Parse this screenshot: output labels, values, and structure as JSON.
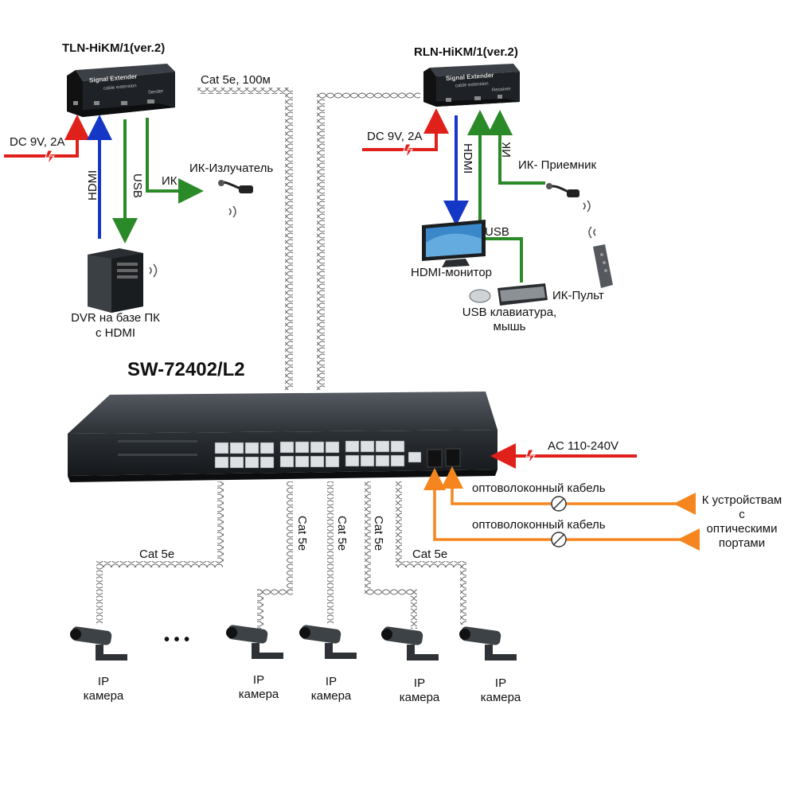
{
  "devices": {
    "transmitter": "TLN-HiKM/1(ver.2)",
    "receiver": "RLN-HiKM/1(ver.2)",
    "switch": "SW-72402/L2",
    "extender_label": "Signal Extender",
    "extender_sublabel": "cable extension",
    "sender_label": "Sender",
    "receiver_label": "Receiver"
  },
  "left": {
    "power": "DC 9V, 2A",
    "hdmi": "HDMI",
    "usb": "USB",
    "ir": "ИК",
    "ir_emitter": "ИК-Излучатель",
    "dvr_line1": "DVR на базе ПК",
    "dvr_line2": "с HDMI"
  },
  "right": {
    "power": "DC 9V, 2A",
    "hdmi": "HDMI",
    "ir": "ИК",
    "ir_receiver": "ИК- Приемник",
    "usb": "USB",
    "monitor": "HDMI-монитор",
    "remote": "ИК-Пульт",
    "keyboard_line1": "USB клавиатура,",
    "keyboard_line2": "мышь"
  },
  "link": {
    "cat5e_100": "Cat 5e, 100м"
  },
  "switch_side": {
    "ac": "AC 110-240V",
    "fiber1": "оптоволоконный кабель",
    "fiber2": "оптоволоконный кабель",
    "dest_line1": "К устройствам",
    "dest_line2": "с",
    "dest_line3": "оптическими",
    "dest_line4": "портами"
  },
  "cables": {
    "c1": "Cat 5e",
    "c2": "Cat 5e",
    "c3": "Cat 5e",
    "c4": "Cat 5e",
    "c5": "Cat 5e"
  },
  "cameras": {
    "ellipsis": "• • •",
    "cam1_l1": "IP",
    "cam1_l2": "камера",
    "cam2_l1": "IP",
    "cam2_l2": "камера",
    "cam3_l1": "IP",
    "cam3_l2": "камера",
    "cam4_l1": "IP",
    "cam4_l2": "камера",
    "cam5_l1": "IP",
    "cam5_l2": "камера"
  },
  "colors": {
    "power_arrow": "#e0201a",
    "hdmi_arrow": "#1537c6",
    "usb_arrow": "#2a8a28",
    "fiber_arrow": "#f5861f",
    "device_body": "#22262b"
  }
}
